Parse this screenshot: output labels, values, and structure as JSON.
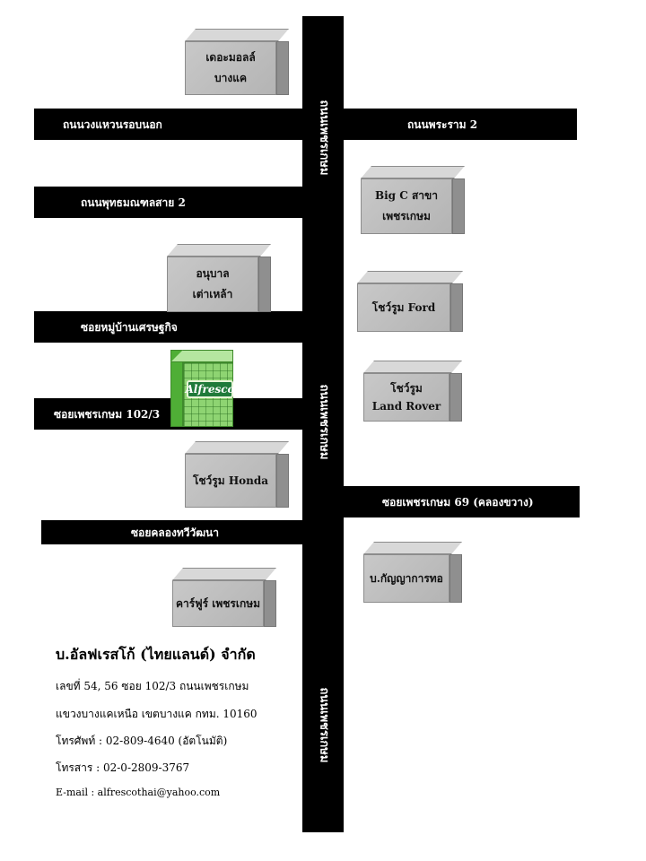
{
  "roads": {
    "main_road_top": "ถนนเพชรเกษม",
    "main_road_mid": "ถนนเพชรเกษม",
    "main_road_bottom": "ถนนเพชรเกษม",
    "outer_ring": "ถนนวงแหวนรอบนอก",
    "rama2": "ถนนพระราม 2",
    "phutthamonthon": "ถนนพุทธมณฑลสาย 2",
    "mooban": "ซอยหมู่บ้านเศรษฐกิจ",
    "soi_102_3": "ซอยเพชรเกษม 102/3",
    "soi_69": "ซอยเพชรเกษม 69  (คลองขวาง)",
    "khlong_thawi": "ซอยคลองทวีวัฒนา"
  },
  "landmarks": {
    "the_mall": [
      "เดอะมอลล์",
      "บางแค"
    ],
    "big_c": [
      "Big C สาขา",
      "เพชรเกษม"
    ],
    "kindergarten": [
      "อนุบาล",
      "เต่าเหล้า"
    ],
    "ford": [
      "โชว์รูม Ford"
    ],
    "land_rover": [
      "โชว์รูม",
      "Land Rover"
    ],
    "honda": [
      "โชว์รูม Honda"
    ],
    "kanya": [
      "บ.กัญญาการทอ"
    ],
    "carrefour": [
      "คาร์ฟูร์ เพชรเกษม"
    ]
  },
  "store": {
    "logo_text": "Alfresco"
  },
  "company": {
    "name": "บ.อัลฟเรสโก้ (ไทยแลนด์) จำกัด",
    "address_line1": "เลขที่ 54, 56 ซอย 102/3 ถนนเพชรเกษม",
    "address_line2": "แขวงบางแคเหนือ เขตบางแค กทม. 10160",
    "phone": "โทรศัพท์ :  02-809-4640 (อัตโนมัติ)",
    "fax": "โทรสาร  :  02-0-2809-3767",
    "email": "E-mail    :   alfrescothai@yahoo.com"
  },
  "colors": {
    "road": "#000000",
    "box_front": "#c0c0c0",
    "box_side": "#8f8f8f",
    "store_green": "#8ed472"
  }
}
